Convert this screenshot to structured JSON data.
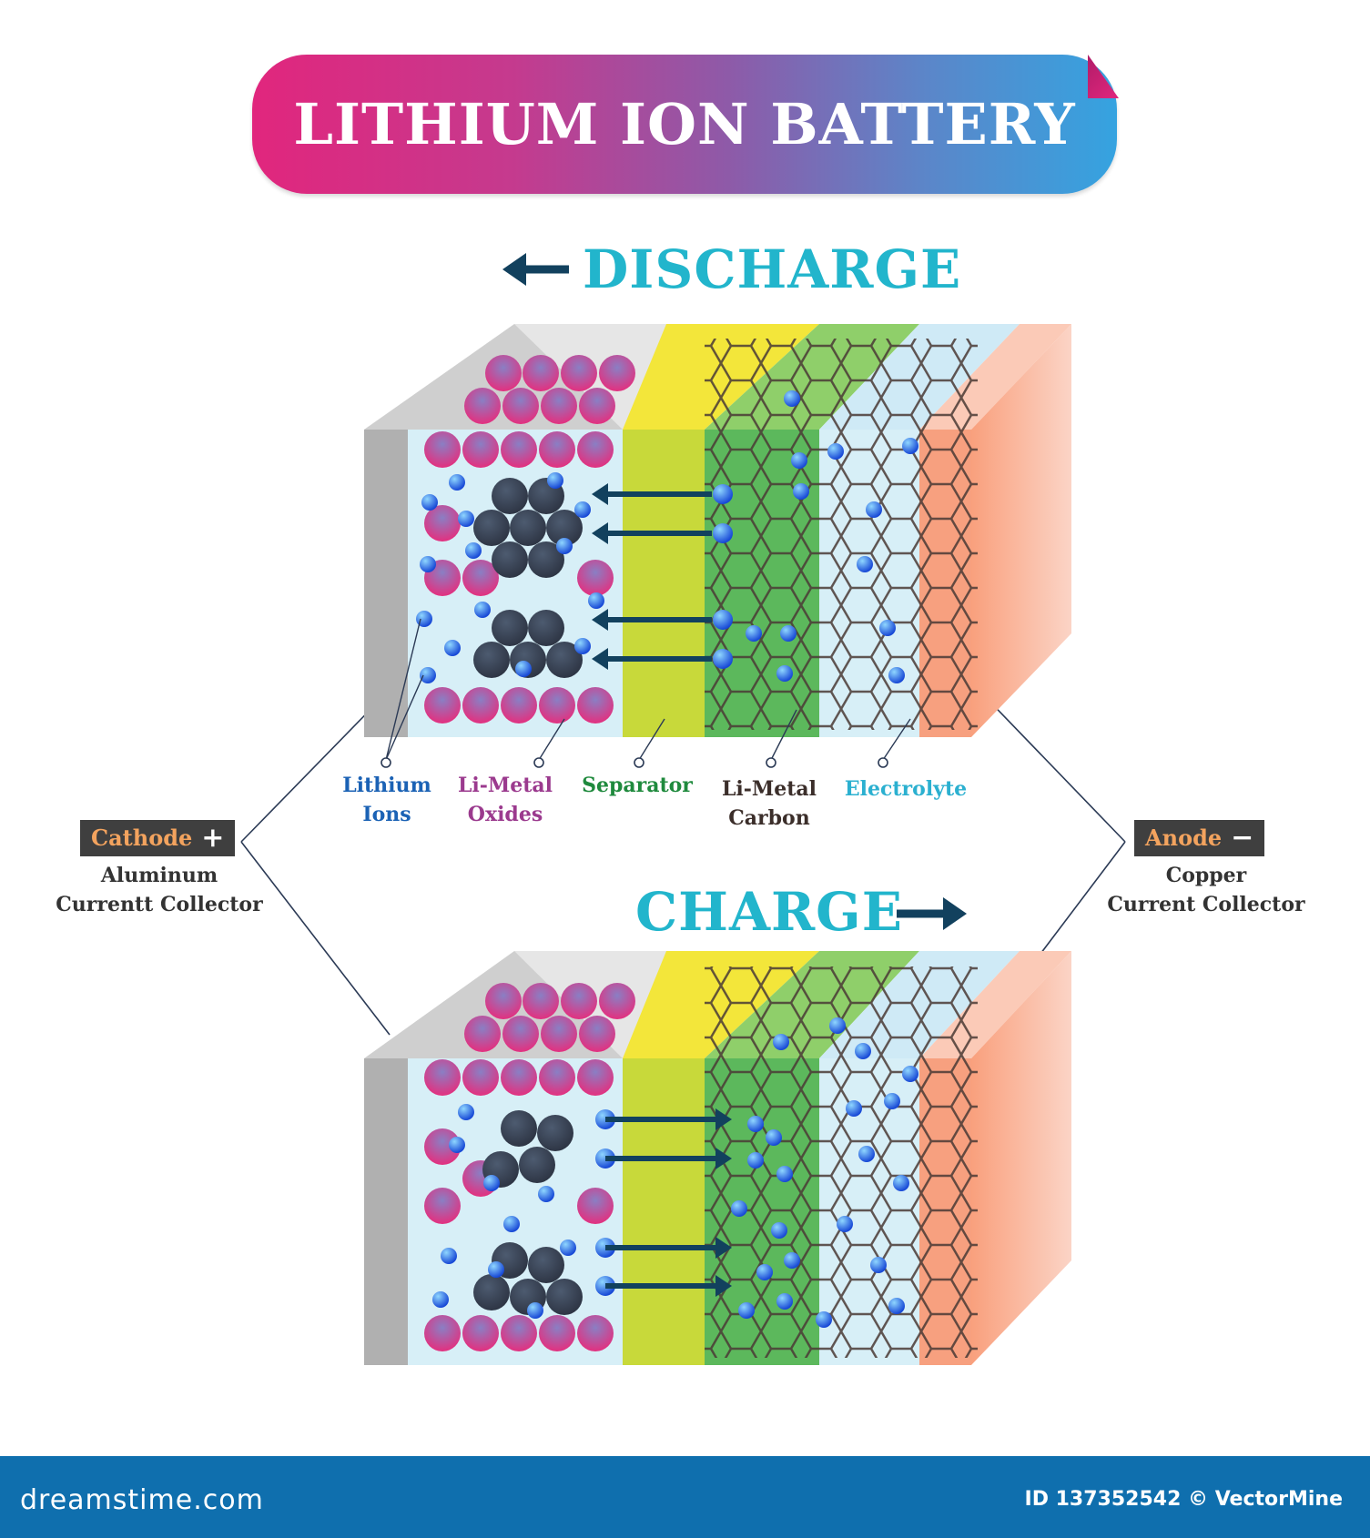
{
  "title": "LITHIUM ION BATTERY",
  "discharge": {
    "label": "DISCHARGE",
    "arrow": "arrow-left"
  },
  "charge": {
    "label": "CHARGE",
    "arrow": "arrow-right"
  },
  "labels": {
    "lithium_ions": [
      "Lithium",
      "Ions"
    ],
    "li_metal_oxides": [
      "Li-Metal",
      "Oxides"
    ],
    "separator": "Separator",
    "li_metal_carbon": [
      "Li-Metal",
      "Carbon"
    ],
    "electrolyte": "Electrolyte"
  },
  "cathode": {
    "tag": "Cathode",
    "sign": "+",
    "collector": [
      "Aluminum",
      "Currentt Collector"
    ]
  },
  "anode": {
    "tag": "Anode",
    "sign": "−",
    "collector": [
      "Copper",
      "Current Collector"
    ]
  },
  "footer": {
    "brand": "dreamstime.com",
    "id": "ID 137352542 © VectorMine"
  },
  "colors": {
    "cathode_collector": "#b0b0b0",
    "oxide_top": "#8a7fc4",
    "oxide_bottom": "#e3307f",
    "ion": "#1e6ef0",
    "separator": "#c8d93a",
    "carbon_layer": "#5cb85c",
    "electrolyte": "#d7eff7",
    "anode_collector": "#f7a07f",
    "arrow": "#12415e"
  }
}
